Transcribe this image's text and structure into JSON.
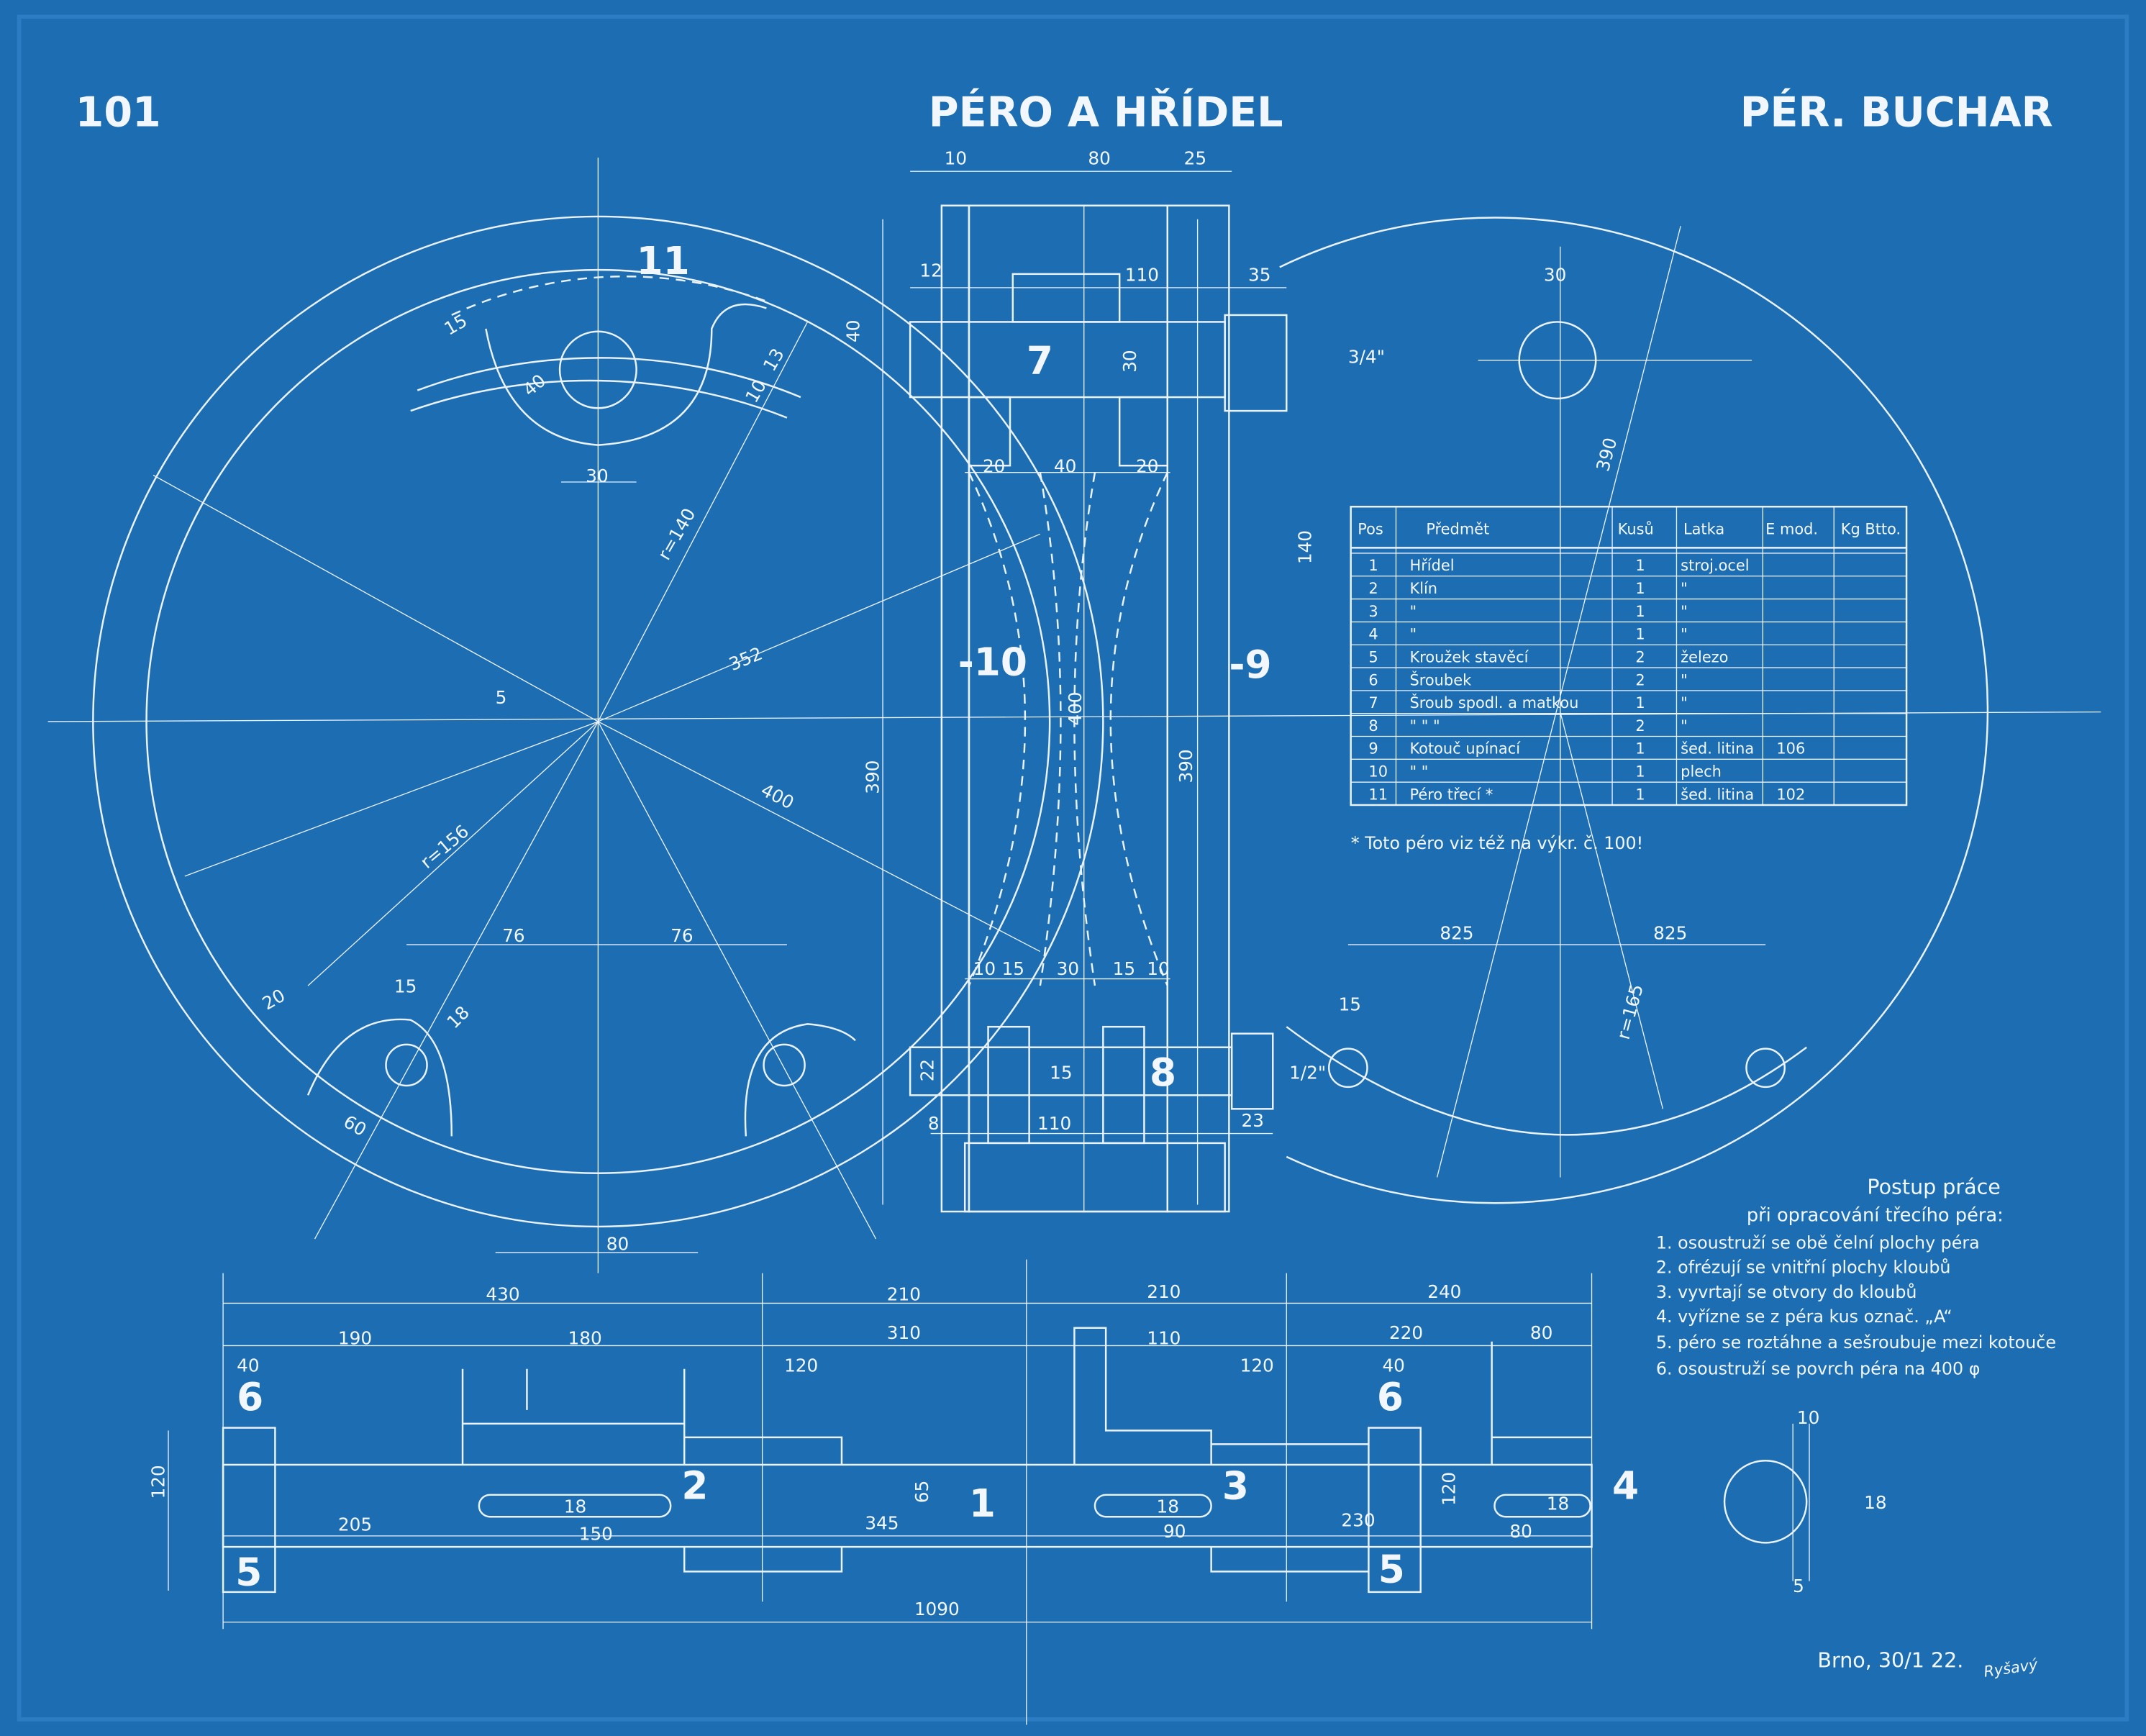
{
  "header": {
    "number": "101",
    "title": "PÉRO A HŘÍDEL",
    "author": "PÉR. BUCHAR"
  },
  "colors": {
    "paper": "#1d6db3",
    "line": "#eaf2fb"
  },
  "positions": [
    "1",
    "2",
    "3",
    "4",
    "5",
    "5",
    "6",
    "6",
    "7",
    "8",
    "-9",
    "-10",
    "11"
  ],
  "dims": [
    "10",
    "80",
    "25",
    "12",
    "110",
    "35",
    "40",
    "30",
    "3/4\"",
    "20",
    "40",
    "20",
    "140",
    "400",
    "390",
    "390",
    "10",
    "15",
    "30",
    "15",
    "10",
    "22",
    "15",
    "1/2\"",
    "8",
    "110",
    "23",
    "15",
    "40",
    "30",
    "13",
    "10",
    "r=140",
    "352",
    "5",
    "400",
    "r=156",
    "76",
    "76",
    "15",
    "18",
    "20",
    "60",
    "80",
    "30",
    "390",
    "825",
    "825",
    "15",
    "r=165",
    "430",
    "210",
    "210",
    "240",
    "190",
    "180",
    "310",
    "110",
    "220",
    "80",
    "40",
    "120",
    "120",
    "40",
    "120",
    "65",
    "120",
    "18",
    "205",
    "150",
    "345",
    "18",
    "90",
    "230",
    "80",
    "18",
    "1090",
    "10",
    "18",
    "5"
  ],
  "table": {
    "headers": [
      "Pos",
      "Předmět",
      "Kusů",
      "Latka",
      "E mod.",
      "Kg Btto."
    ],
    "rows": [
      [
        "1",
        "Hřídel",
        "1",
        "stroj.ocel",
        ""
      ],
      [
        "2",
        "Klín",
        "1",
        "\"",
        ""
      ],
      [
        "3",
        "\"",
        "1",
        "\"",
        ""
      ],
      [
        "4",
        "\"",
        "1",
        "\"",
        ""
      ],
      [
        "5",
        "Kroužek stavěcí",
        "2",
        "železo",
        ""
      ],
      [
        "6",
        "Šroubek",
        "2",
        "\"",
        ""
      ],
      [
        "7",
        "Šroub spodl. a matkou",
        "1",
        "\"",
        ""
      ],
      [
        "8",
        "\"   \"   \"",
        "2",
        "\"",
        ""
      ],
      [
        "9",
        "Kotouč upínací",
        "1",
        "šed. litina",
        "106"
      ],
      [
        "10",
        "\"   \"",
        "1",
        "plech",
        ""
      ],
      [
        "11",
        "Péro třecí  *",
        "1",
        "šed. litina",
        "102"
      ]
    ],
    "footnote": "* Toto péro viz též na výkr. č. 100!"
  },
  "procedure": {
    "title": "Postup práce",
    "subtitle": "při opracování třecího péra:",
    "steps": [
      "1. osoustruží se obě čelní plochy péra",
      "2. ofrézují se vnitřní plochy kloubů",
      "3. vyvrtají se otvory do kloubů",
      "4. vyřízne se z péra kus označ. „A“",
      "5. péro se roztáhne a sešroubuje mezi kotouče",
      "6. osoustruží se povrch péra na 400 φ"
    ]
  },
  "signature": {
    "place_date": "Brno, 30/1 22.",
    "sign": "Ryšavý"
  }
}
